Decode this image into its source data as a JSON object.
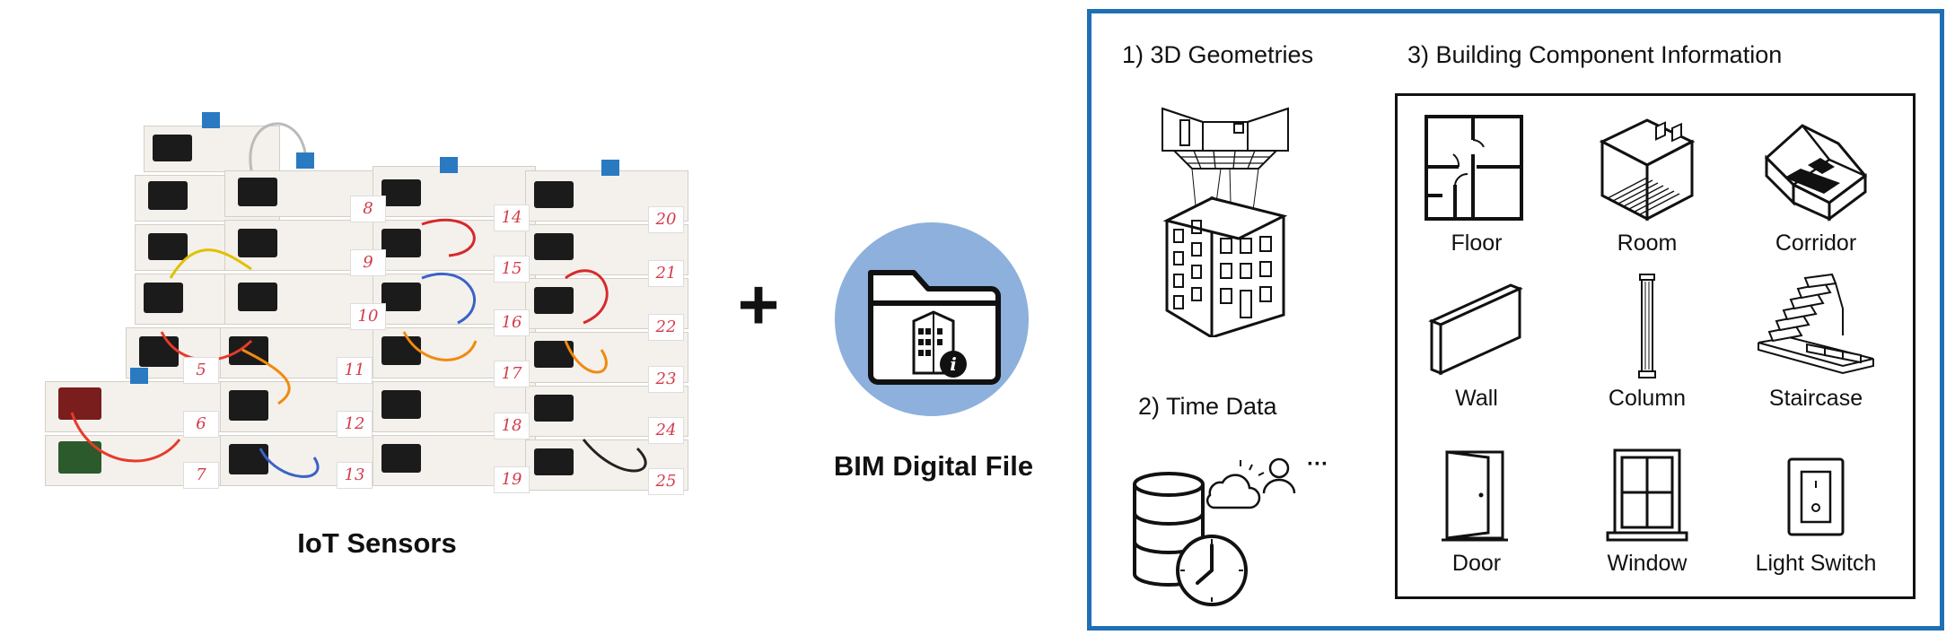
{
  "left": {
    "photo_caption": "IoT Sensors",
    "board_numbers": [
      "5",
      "6",
      "7",
      "8",
      "9",
      "10",
      "11",
      "12",
      "13",
      "14",
      "15",
      "16",
      "17",
      "18",
      "19",
      "20",
      "21",
      "22",
      "23",
      "24",
      "25"
    ]
  },
  "plus_symbol": "+",
  "bim": {
    "caption": "BIM Digital File"
  },
  "panel": {
    "geometries_title": "1) 3D Geometries",
    "time_title": "2) Time Data",
    "time_ellipsis": "···",
    "components_title": "3) Building Component Information",
    "components": [
      {
        "label": "Floor",
        "icon": "floor-plan-icon"
      },
      {
        "label": "Room",
        "icon": "room-icon"
      },
      {
        "label": "Corridor",
        "icon": "corridor-icon"
      },
      {
        "label": "Wall",
        "icon": "wall-icon"
      },
      {
        "label": "Column",
        "icon": "column-icon"
      },
      {
        "label": "Staircase",
        "icon": "staircase-icon"
      },
      {
        "label": "Door",
        "icon": "door-icon"
      },
      {
        "label": "Window",
        "icon": "window-icon"
      },
      {
        "label": "Light Switch",
        "icon": "light-switch-icon"
      }
    ]
  },
  "colors": {
    "panel_border": "#1f6fb5",
    "bim_circle": "#8db0dc",
    "tag_text": "#d23b4b"
  }
}
